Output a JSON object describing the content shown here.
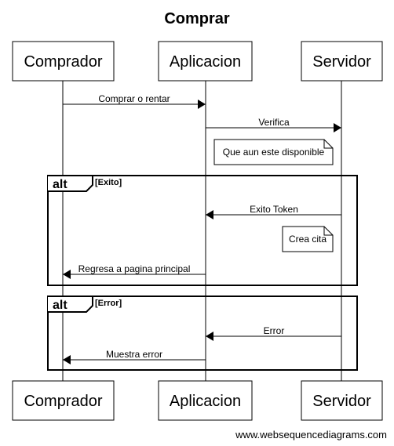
{
  "title": "Comprar",
  "participants": [
    "Comprador",
    "Aplicacion",
    "Servidor"
  ],
  "messages": [
    {
      "from": "Comprador",
      "to": "Aplicacion",
      "label": "Comprar o rentar"
    },
    {
      "from": "Aplicacion",
      "to": "Servidor",
      "label": "Verifica"
    },
    {
      "from": "Servidor",
      "to": "Aplicacion",
      "label": "Exito Token"
    },
    {
      "from": "Aplicacion",
      "to": "Comprador",
      "label": "Regresa a pagina principal"
    },
    {
      "from": "Servidor",
      "to": "Aplicacion",
      "label": "Error"
    },
    {
      "from": "Aplicacion",
      "to": "Comprador",
      "label": "Muestra error"
    }
  ],
  "notes": [
    {
      "text": "Que aun este disponible"
    },
    {
      "text": "Crea cita"
    }
  ],
  "fragments": [
    {
      "operator": "alt",
      "guard": "[Exito]"
    },
    {
      "operator": "alt",
      "guard": "[Error]"
    }
  ],
  "footer": "www.websequencediagrams.com"
}
